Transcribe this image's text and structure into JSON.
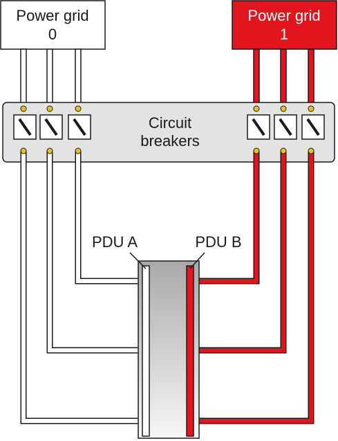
{
  "grid0": {
    "line1": "Power grid",
    "line2": "0"
  },
  "grid1": {
    "line1": "Power grid",
    "line2": "1"
  },
  "breaker_panel": {
    "line1": "Circuit",
    "line2": "breakers"
  },
  "pdu_a": {
    "label": "PDU A"
  },
  "pdu_b": {
    "label": "PDU B"
  },
  "colors": {
    "grid1_fill": "#e4141e",
    "red_wire": "#e4141e",
    "white_wire": "#ffffff",
    "outline": "#1a1a1a",
    "panel_fill": "#e3e3e3",
    "connector": "#e8c21a"
  }
}
